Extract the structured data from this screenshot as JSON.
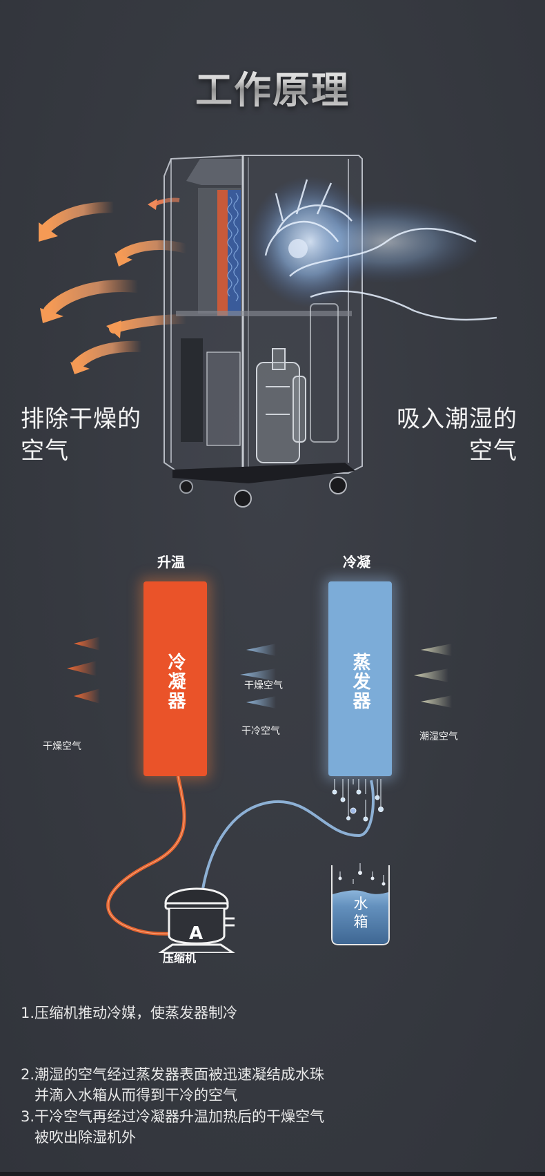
{
  "title": "工作原理",
  "hero": {
    "left_caption_line1": "排除干燥的",
    "left_caption_line2": "空气",
    "right_caption_line1": "吸入潮湿的",
    "right_caption_line2": "空气",
    "icons": [
      "dry-air-out-arrows",
      "dehumidifier-machine",
      "fan-airflow-swirl"
    ]
  },
  "diagram": {
    "condenser": {
      "header": "升温",
      "label": "冷凝器",
      "color": "#ea5329",
      "left_air_label": "干燥空气"
    },
    "middle": {
      "air_label_top": "干燥空气",
      "air_label_bottom": "干冷空气"
    },
    "evaporator": {
      "header": "冷凝",
      "label": "蒸发器",
      "color": "#7cacd8",
      "right_air_label": "潮湿空气"
    },
    "compressor": {
      "symbol": "A",
      "label": "压缩机"
    },
    "water_tank": {
      "label": "水箱",
      "water_color": "#4f7ca8"
    },
    "pipe_colors": {
      "hot": "#e2632f",
      "cold": "#9cc6ee"
    }
  },
  "steps": [
    {
      "line1": "1.压缩机推动冷媒，使蒸发器制冷",
      "line2": ""
    },
    {
      "line1": "2.潮湿的空气经过蒸发器表面被迅速凝结成水珠",
      "line2": "并滴入水箱从而得到干冷的空气"
    },
    {
      "line1": "3.干冷空气再经过冷凝器升温加热后的干燥空气",
      "line2": "被吹出除湿机外"
    }
  ],
  "colors": {
    "background": "#383b42",
    "hot_arrow": "#f0884a",
    "cold_arrow": "#8fa6bb"
  }
}
